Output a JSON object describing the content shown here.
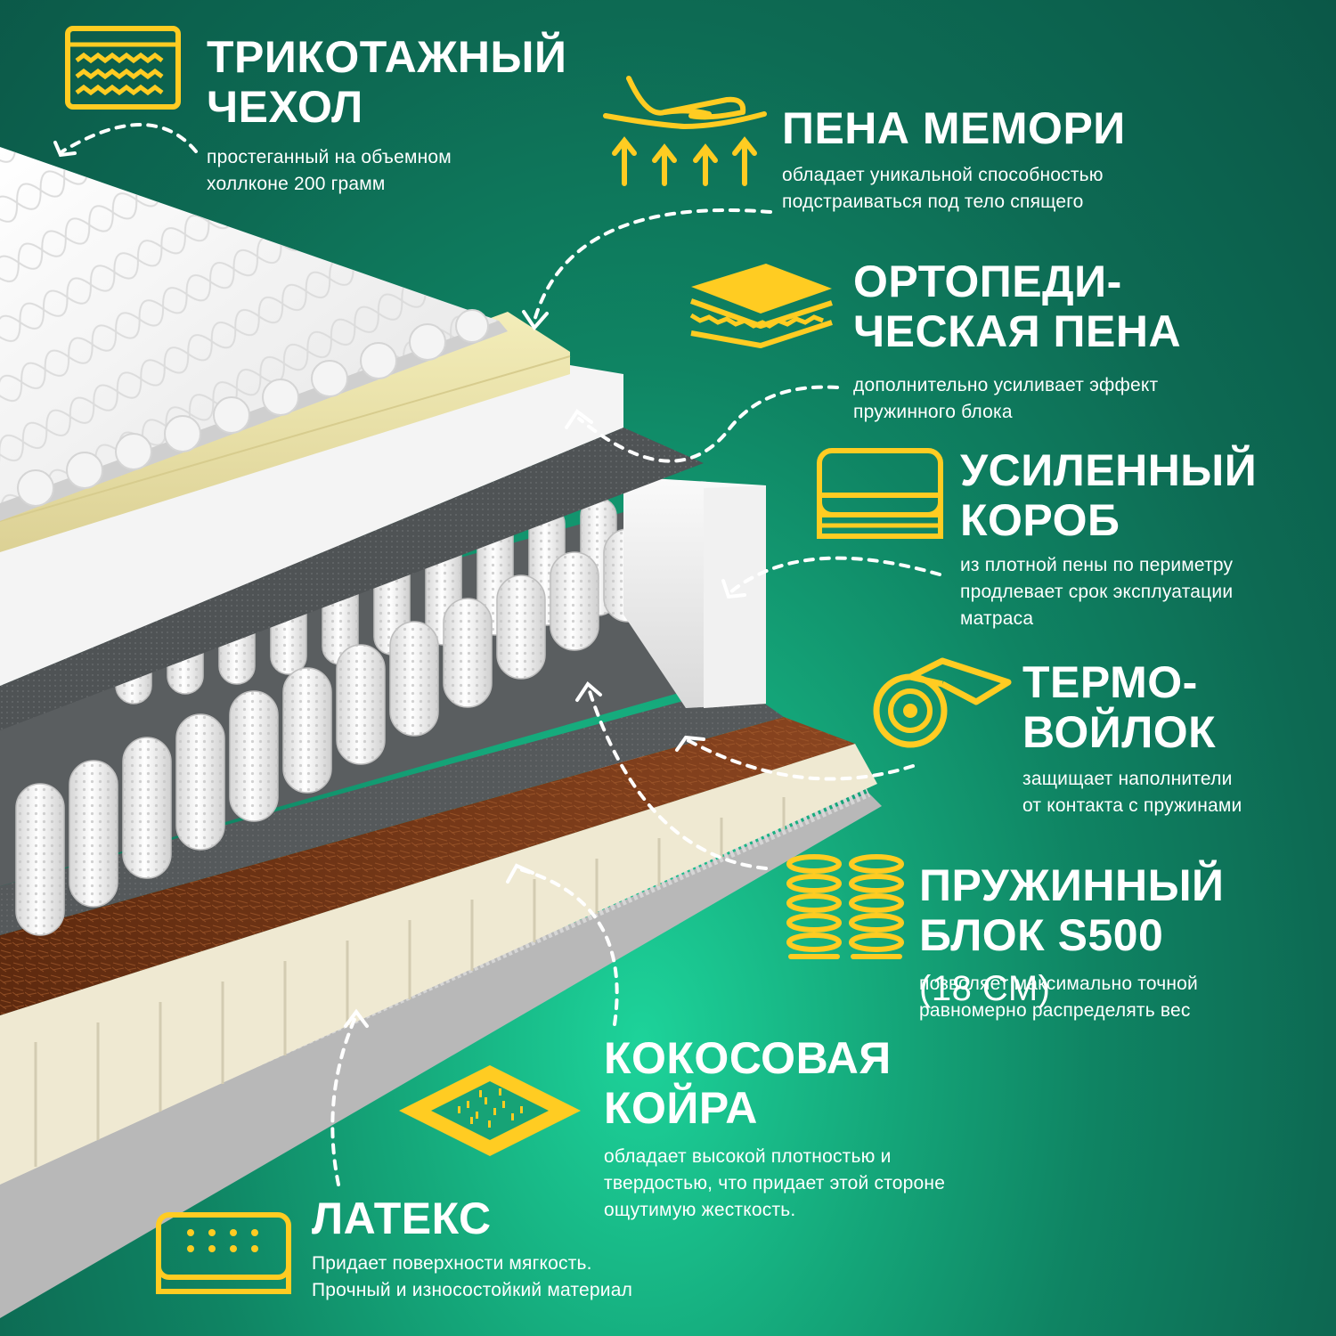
{
  "palette": {
    "accent": "#ffcc22",
    "background": "#0f8463",
    "text": "#ffffff",
    "coconut": "#7a3a16",
    "felt": "#4e5254",
    "latex": "#f1ebd6",
    "memory_foam": "#ece4a8"
  },
  "layers": [
    {
      "id": "cover",
      "icon": "mattress-wave-icon",
      "title_lines": [
        "ТРИКОТАЖНЫЙ",
        "ЧЕХОЛ"
      ],
      "description_lines": [
        "простеганный на объемном",
        "холлконе 200 грамм"
      ]
    },
    {
      "id": "memory-foam",
      "icon": "hand-press-arrows-icon",
      "title_lines": [
        "ПЕНА МЕМОРИ"
      ],
      "description_lines": [
        "обладает уникальной способностью",
        "подстраиваться под тело спящего"
      ]
    },
    {
      "id": "orthopedic-foam",
      "icon": "foam-sheets-icon",
      "title_lines": [
        "ОРТОПЕДИ-",
        "ЧЕСКАЯ ПЕНА"
      ],
      "description_lines": [
        "дополнительно усиливает эффект",
        "пружинного блока"
      ]
    },
    {
      "id": "reinforced-box",
      "icon": "box-frame-icon",
      "title_lines": [
        "УСИЛЕННЫЙ",
        "КОРОБ"
      ],
      "description_lines": [
        "из плотной пены по периметру",
        "продлевает срок эксплуатации",
        "матраса"
      ]
    },
    {
      "id": "thermal-felt",
      "icon": "felt-roll-icon",
      "title_lines": [
        "ТЕРМО-",
        "ВОЙЛОК"
      ],
      "description_lines": [
        "защищает наполнители",
        "от контакта с пружинами"
      ]
    },
    {
      "id": "spring-block",
      "icon": "springs-icon",
      "title_lines": [
        "ПРУЖИННЫЙ",
        "БЛОК S500"
      ],
      "title_suffix": " (18 СМ)",
      "description_lines": [
        "позволяет максимально точной",
        "равномерно распределять вес"
      ]
    },
    {
      "id": "coconut-coir",
      "icon": "coir-mat-icon",
      "title_lines": [
        "КОКОСОВАЯ",
        "КОЙРА"
      ],
      "description_lines": [
        "обладает высокой плотностью и",
        "твердостью, что придает этой стороне",
        "ощутимую жесткость."
      ]
    },
    {
      "id": "latex",
      "icon": "latex-mat-icon",
      "title_lines": [
        "ЛАТЕКС"
      ],
      "description_lines": [
        "Придает поверхности мягкость.",
        "Прочный и износостойкий материал"
      ]
    }
  ]
}
